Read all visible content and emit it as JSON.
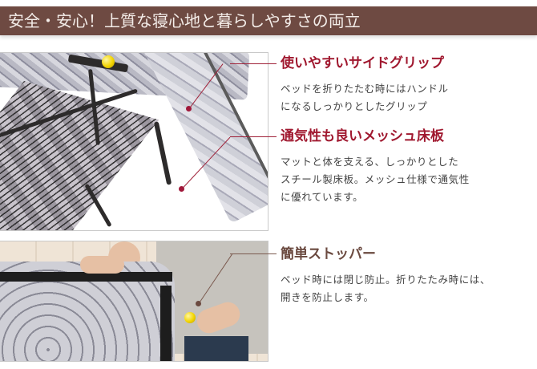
{
  "banner": {
    "title": "安全・安心！上質な寝心地と暮らしやすさの両立",
    "background": "#6e4a42"
  },
  "features": [
    {
      "heading": "使いやすいサイドグリップ",
      "description": "ベッドを折りたたむ時にはハンドル\nになるしっかりとしたグリップ",
      "color": "#a0182f"
    },
    {
      "heading": "通気性も良いメッシュ床板",
      "description": "マットと体を支える、しっかりとした\nスチール製床板。メッシュ仕様で通気性\nに優れています。",
      "color": "#a0182f"
    },
    {
      "heading": "簡単ストッパー",
      "description": "ベッド時には閉じ防止。折りたたみ時には、\n開きを防止します。",
      "color": "#6b4a40"
    }
  ],
  "photos": [
    {
      "label": "folding-bed-underside-photo"
    },
    {
      "label": "folding-bed-stopper-photo"
    }
  ]
}
